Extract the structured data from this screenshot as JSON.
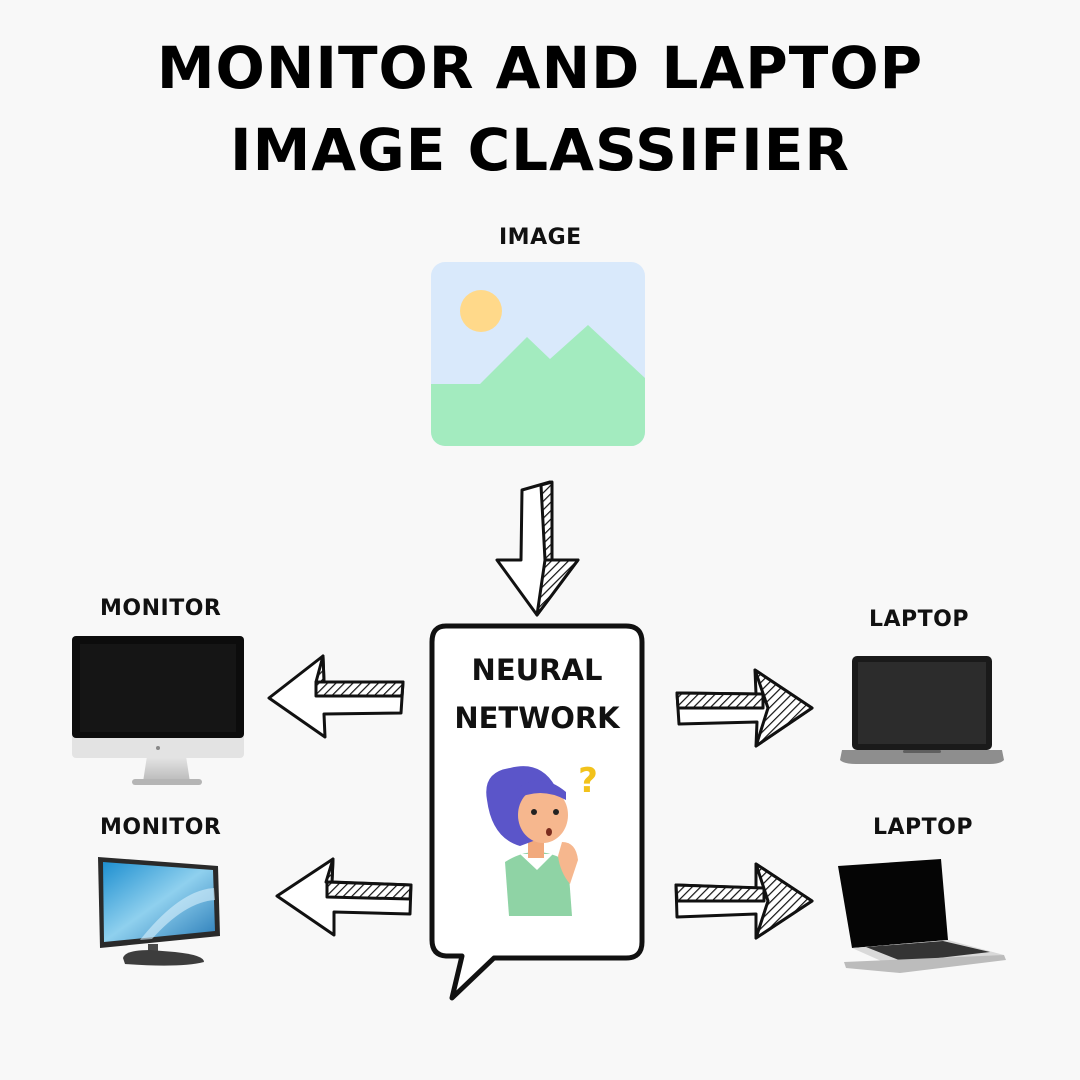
{
  "title": {
    "line1": "MONITOR AND LAPTOP",
    "line2": "IMAGE CLASSIFIER"
  },
  "input": {
    "label": "IMAGE",
    "icon": "image-placeholder-icon"
  },
  "network": {
    "line1": "NEURAL",
    "line2": "NETWORK",
    "icon": "thinking-girl-icon"
  },
  "outputs": {
    "monitor_top": "MONITOR",
    "monitor_bottom": "MONITOR",
    "laptop_top": "LAPTOP",
    "laptop_bottom": "LAPTOP"
  },
  "colors": {
    "background": "#f8f8f8",
    "image_sky": "#d9e9fb",
    "image_sun": "#ffd98a",
    "image_hills": "#a3ebbf",
    "hair": "#5b55c9",
    "shirt": "#8fd3a5",
    "question_mark": "#f2c21b"
  }
}
